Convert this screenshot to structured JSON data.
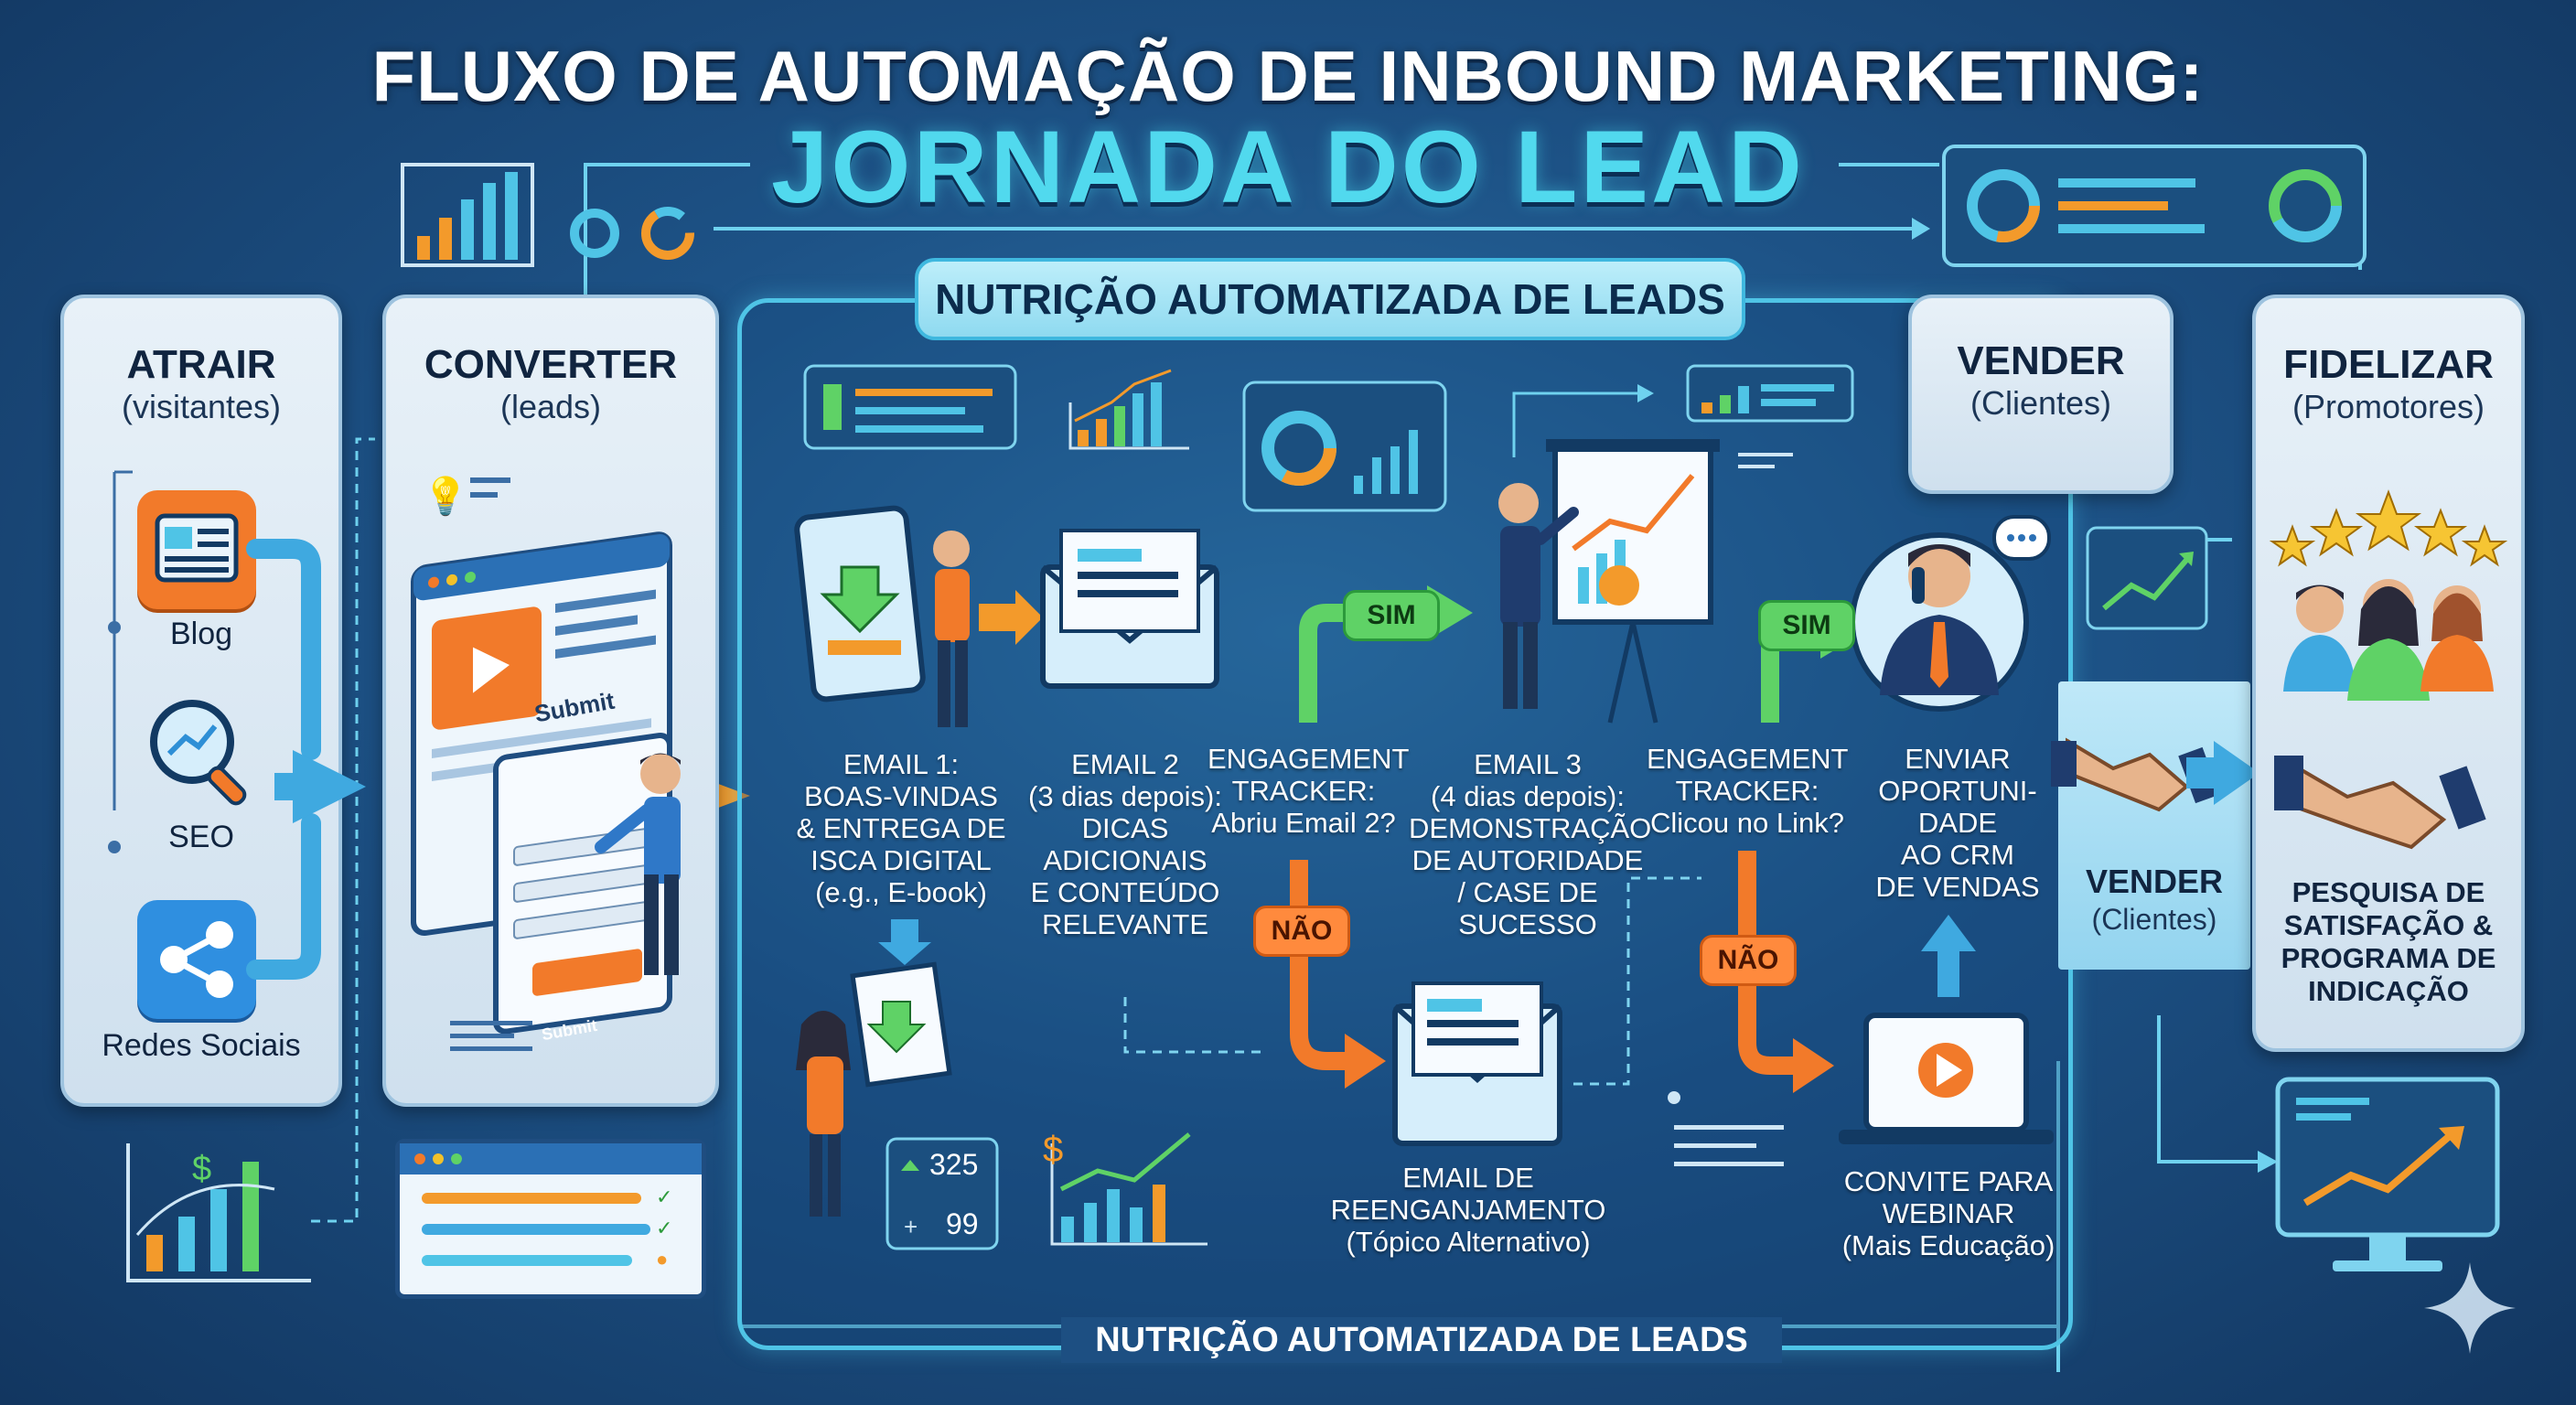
{
  "title": {
    "line1": "FLUXO DE AUTOMAÇÃO DE INBOUND MARKETING:",
    "line2": "JORNADA DO LEAD"
  },
  "stages": {
    "atrair": {
      "title": "ATRAIR",
      "subtitle": "(visitantes)",
      "items": [
        "Blog",
        "SEO",
        "Redes Sociais"
      ]
    },
    "converter": {
      "title": "CONVERTER",
      "subtitle": "(leads)",
      "form_title": "Submit",
      "form_button": "Submit"
    },
    "vender": {
      "title": "VENDER",
      "subtitle": "(Clientes)"
    },
    "vender_mid": {
      "title": "VENDER",
      "subtitle": "(Clientes)"
    },
    "fidelizar": {
      "title": "FIDELIZAR",
      "subtitle": "(Promotores)",
      "description": [
        "PESQUISA DE",
        "SATISFAÇÃO &",
        "PROGRAMA DE",
        "INDICAÇÃO"
      ]
    }
  },
  "nurture": {
    "header": "NUTRIÇÃO AUTOMATIZADA DE LEADS",
    "footer": "NUTRIÇÃO AUTOMATIZADA DE LEADS",
    "steps": {
      "email1": [
        "EMAIL 1:",
        "BOAS-VINDAS",
        "& ENTREGA DE",
        "ISCA DIGITAL",
        "(e.g., E-book)"
      ],
      "email2": [
        "EMAIL 2",
        "(3 dias depois):",
        "DICAS",
        "ADICIONAIS",
        "E CONTEÚDO",
        "RELEVANTE"
      ],
      "tracker1": [
        "ENGAGEMENT",
        "TRACKER:",
        "Abriu Email 2?"
      ],
      "email3": [
        "EMAIL 3",
        "(4 dias depois):",
        "DEMONSTRAÇÃO",
        "DE AUTORIDADE",
        "/ CASE DE",
        "SUCESSO"
      ],
      "tracker2": [
        "ENGAGEMENT",
        "TRACKER:",
        "Clicou no Link?"
      ],
      "crm": [
        "ENVIAR",
        "OPORTUNI-",
        "DADE",
        "AO CRM",
        "DE VENDAS"
      ],
      "reengage": [
        "EMAIL DE",
        "REENGANJAMENTO",
        "(Tópico Alternativo)"
      ],
      "webinar": [
        "CONVITE PARA",
        "WEBINAR",
        "(Mais Educação)"
      ]
    },
    "badges": {
      "sim": "SIM",
      "nao": "NÃO"
    },
    "stats": {
      "up": "325",
      "plus": "99"
    }
  },
  "colors": {
    "background": "#1d5286",
    "accent_cyan": "#51d9ee",
    "sim_green": "#5fd266",
    "nao_orange": "#ff8a3d",
    "arrow_blue": "#3fa9e0",
    "arrow_orange": "#f39a2b"
  }
}
